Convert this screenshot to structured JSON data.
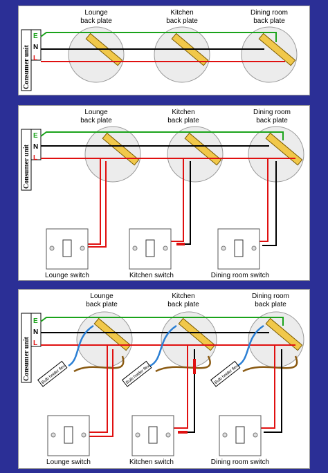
{
  "consumer_unit_label": "Consumer unit",
  "terminals": {
    "earth": "E",
    "neutral": "N",
    "live": "L"
  },
  "rooms": [
    {
      "plate_line1": "Lounge",
      "plate_line2": "back plate",
      "switch_label": "Lounge switch"
    },
    {
      "plate_line1": "Kitchen",
      "plate_line2": "back plate",
      "switch_label": "Kitchen switch"
    },
    {
      "plate_line1": "Dining room",
      "plate_line2": "back plate",
      "switch_label": "Dining room switch"
    }
  ],
  "bulb_holder_label": "Bulb holder flex",
  "colors": {
    "earth": "#1aa31a",
    "neutral": "#000000",
    "live": "#e01010",
    "flex_blue": "#2b7fd4",
    "flex_brown": "#8a5a12",
    "background": "#2b2f96"
  }
}
